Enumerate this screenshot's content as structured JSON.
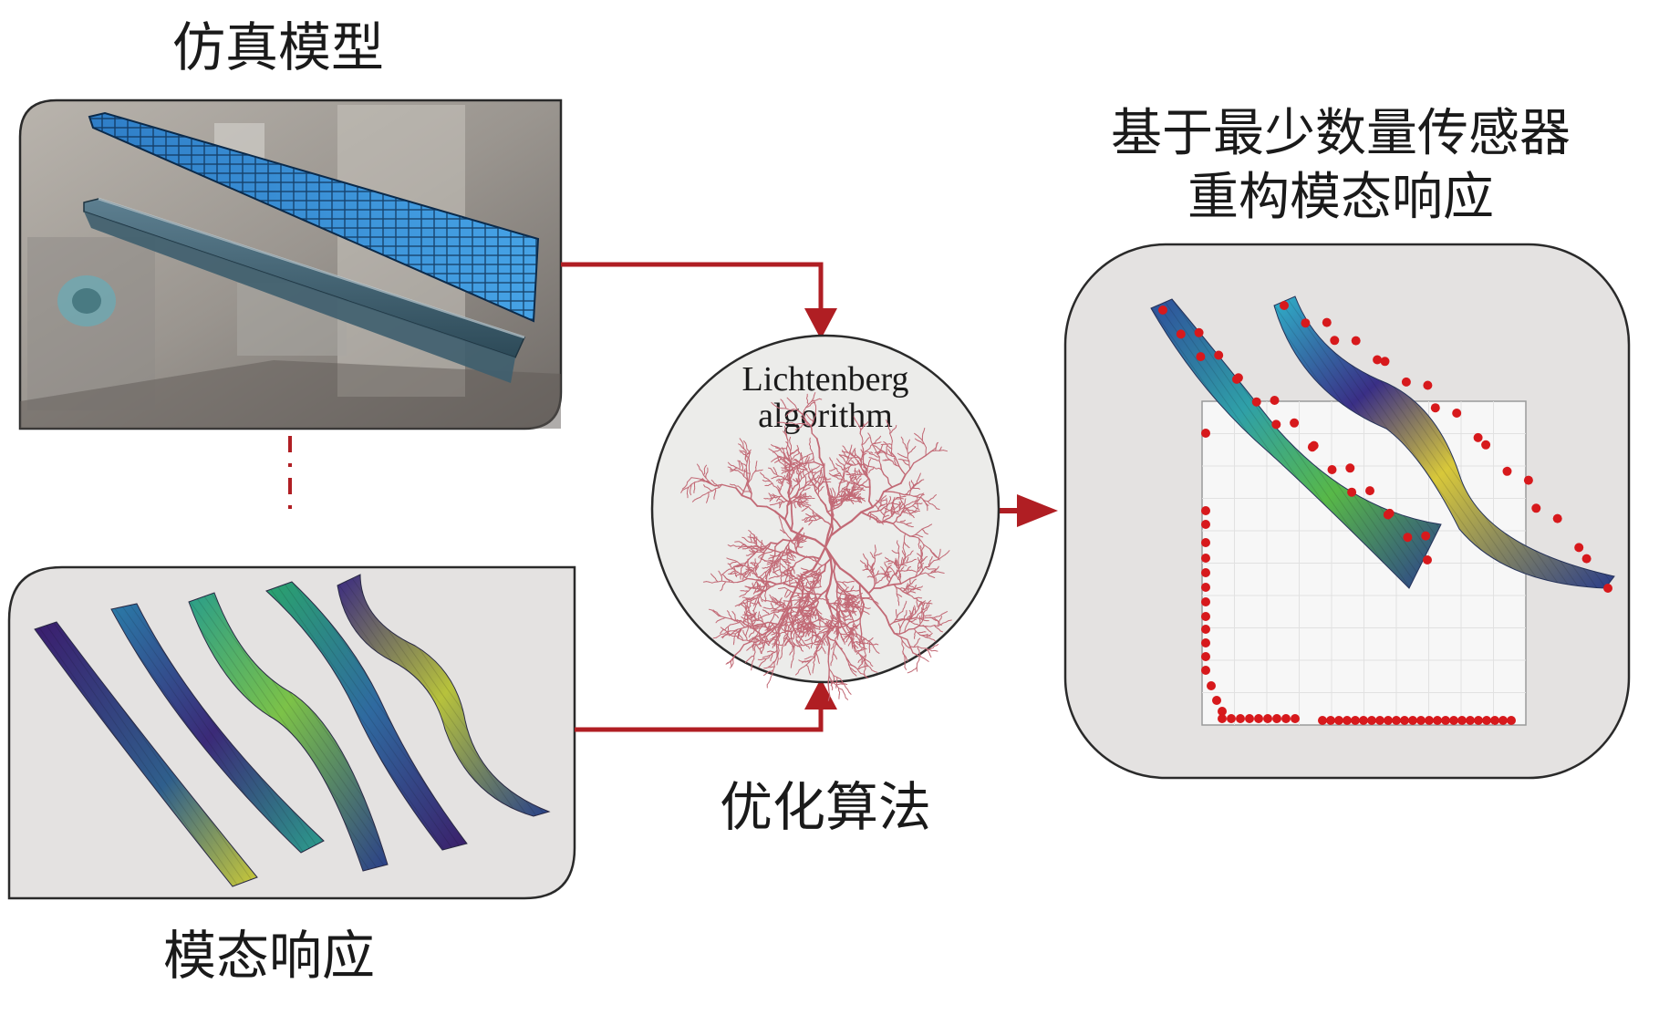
{
  "labels": {
    "simulation_model": "仿真模型",
    "modal_response": "模态响应",
    "optimization_algorithm": "优化算法",
    "algorithm_line1": "Lichtenberg",
    "algorithm_line2": "algorithm",
    "reconstruction_line1": "基于最少数量传感器",
    "reconstruction_line2": "重构模态响应"
  },
  "colors": {
    "arrow": "#b01e23",
    "panel_fill": "#e4e2e1",
    "panel_stroke": "#3a3a3a",
    "fractal": "#c26a76",
    "sensor_dot": "#d7191c",
    "blade_blue": "#3a8fd6"
  },
  "modal_shapes": [
    {
      "mode": 1
    },
    {
      "mode": 2
    },
    {
      "mode": 3
    },
    {
      "mode": 4
    },
    {
      "mode": 5
    }
  ]
}
